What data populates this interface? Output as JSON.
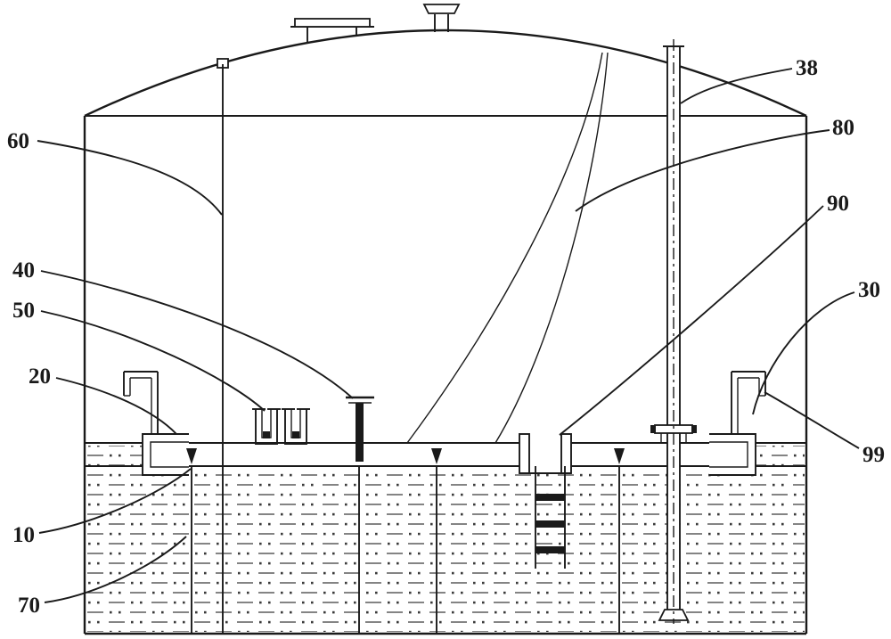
{
  "figure": {
    "background_color": "#ffffff",
    "line_color": "#1a1a1a",
    "hatch_color": "#3a3a3a",
    "labels": {
      "n10": {
        "text": "10"
      },
      "n20": {
        "text": "20"
      },
      "n30": {
        "text": "30"
      },
      "n38": {
        "text": "38"
      },
      "n40": {
        "text": "40"
      },
      "n50": {
        "text": "50"
      },
      "n60": {
        "text": "60"
      },
      "n70": {
        "text": "70"
      },
      "n80": {
        "text": "80"
      },
      "n90": {
        "text": "90"
      },
      "n99": {
        "text": "99"
      }
    }
  }
}
